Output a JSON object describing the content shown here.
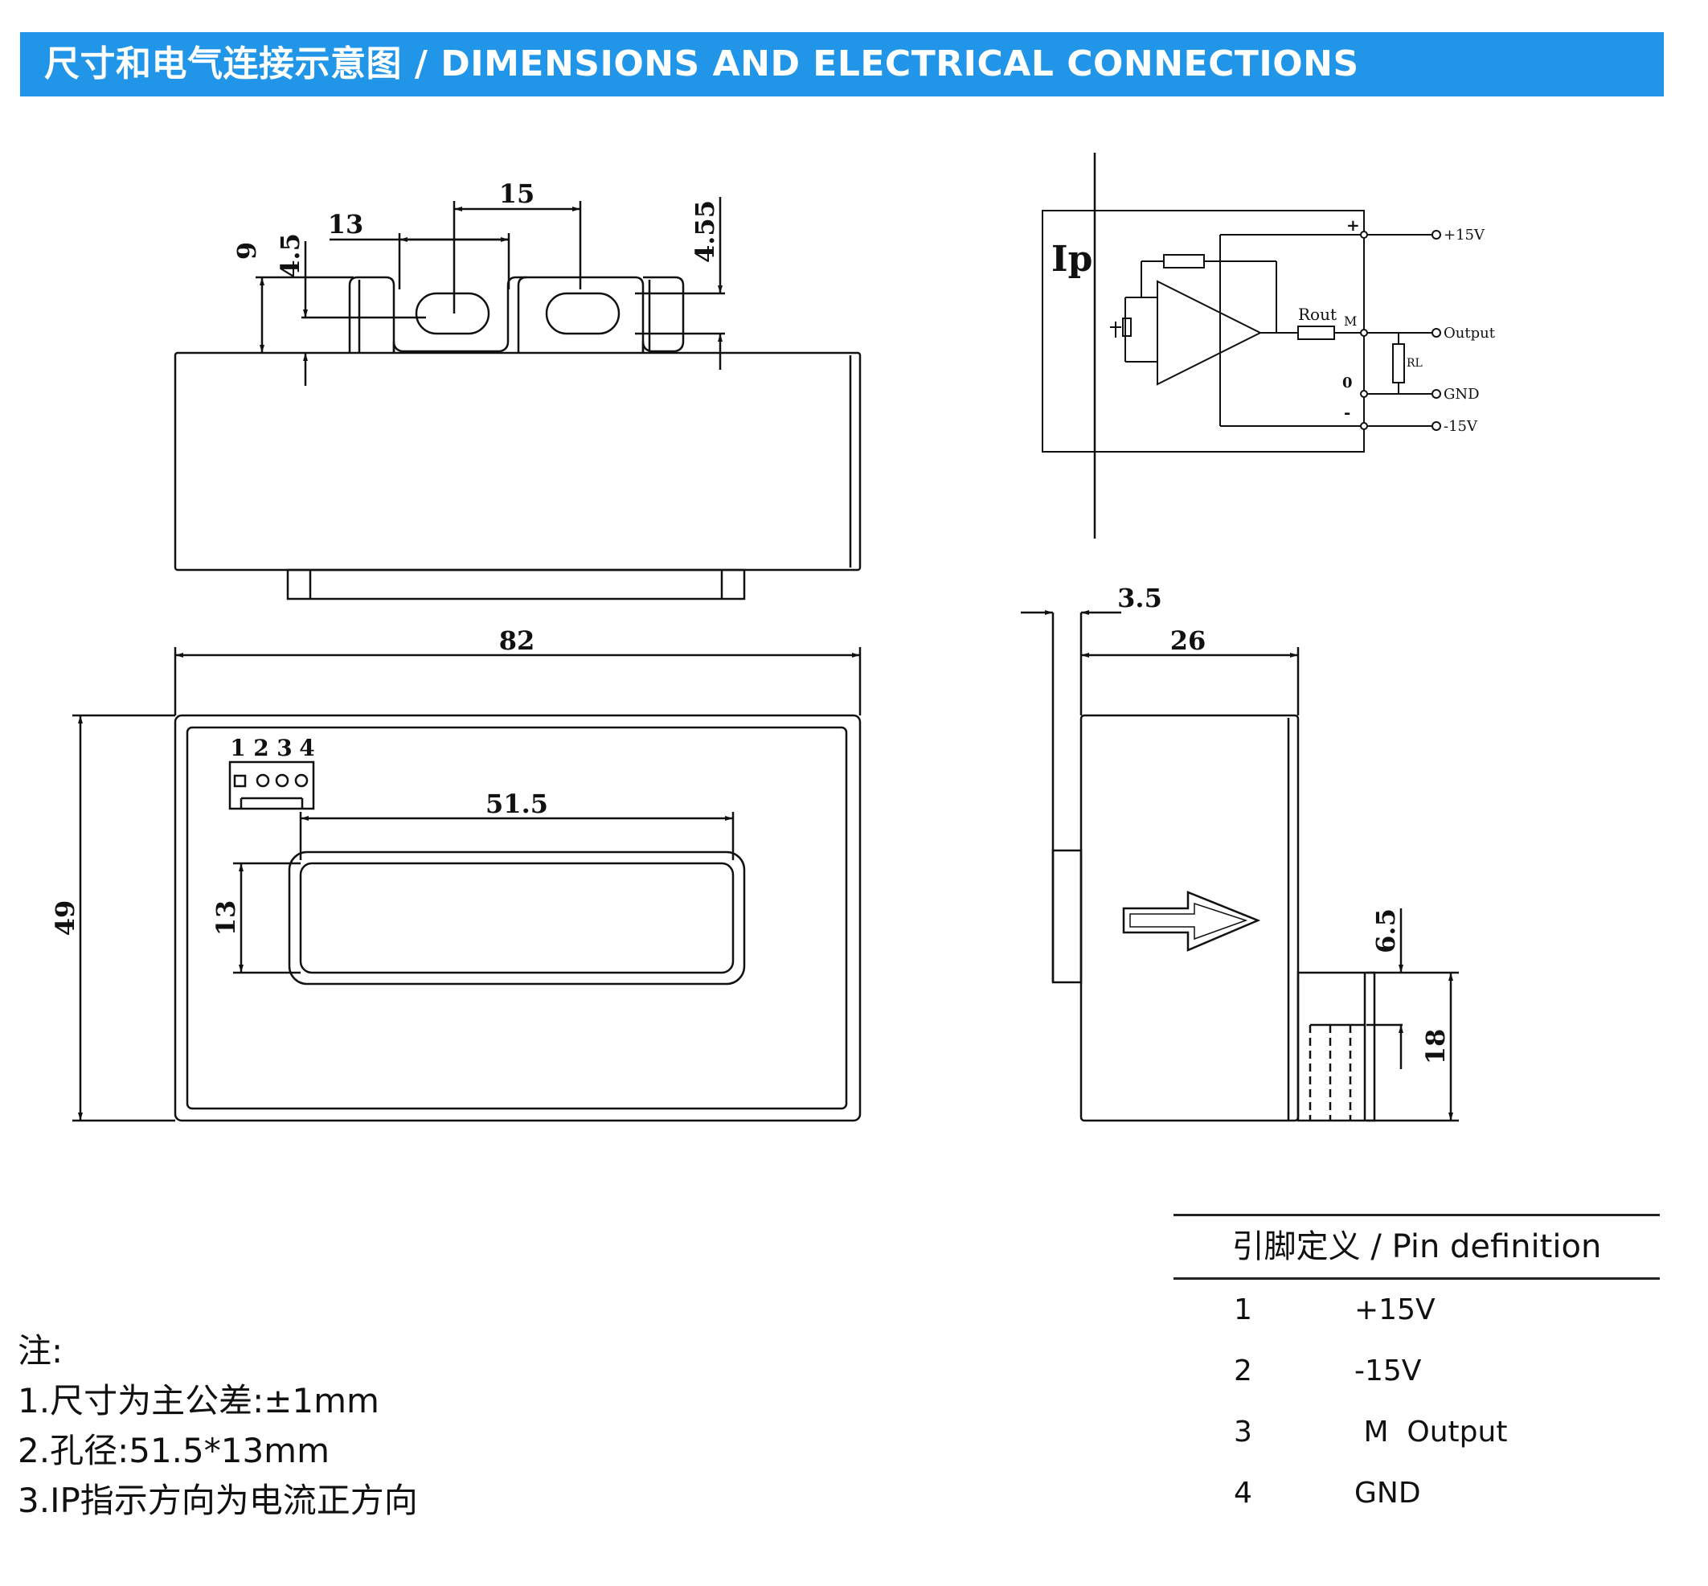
{
  "header": {
    "title": "尺寸和电气连接示意图 / DIMENSIONS AND ELECTRICAL CONNECTIONS"
  },
  "dimensions": {
    "tab_height": "9",
    "tab_gap": "4.5",
    "slot_spacing": "13",
    "slot_pitch": "15",
    "right_gap": "4.55",
    "width": "82",
    "height": "49",
    "window_width": "51.5",
    "window_height": "13",
    "side_flange": "3.5",
    "depth": "26",
    "connector_offset": "6.5",
    "connector_height": "18"
  },
  "connector_pins": [
    "1",
    "2",
    "3",
    "4"
  ],
  "circuit": {
    "ip_label": "Ip",
    "plus": "+",
    "zero": "0",
    "minus": "-",
    "rout_label": "Rout",
    "m_label": "M",
    "rl_label": "RL",
    "terminals": [
      "+15V",
      "Output",
      "GND",
      "-15V"
    ]
  },
  "notes": {
    "title": "注:",
    "items": [
      "1.尺寸为主公差:±1mm",
      "2.孔径:51.5*13mm",
      "3.IP指示方向为电流正方向"
    ]
  },
  "pin_table": {
    "title": "引脚定义 / Pin definition",
    "rows": [
      {
        "pin": "1",
        "function": "+15V"
      },
      {
        "pin": "2",
        "function": "-15V"
      },
      {
        "pin": "3",
        "function": " M  Output"
      },
      {
        "pin": "4",
        "function": "GND"
      }
    ]
  }
}
